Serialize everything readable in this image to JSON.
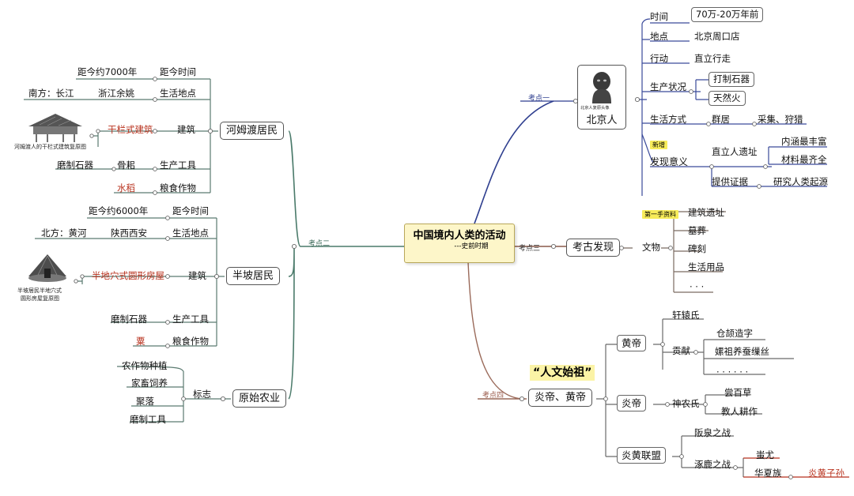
{
  "center": {
    "title": "中国境内人类的活动",
    "subtitle": "---史前时期"
  },
  "labels": {
    "k1": "考点一",
    "k2": "考点二",
    "k3": "考点三",
    "k4": "考点四"
  },
  "beijing": {
    "name": "北京人",
    "portrait_caption": "北京人复原头像",
    "time_label": "时间",
    "time_value": "70万-20万年前",
    "place_label": "地点",
    "place_value": "北京周口店",
    "walk_label": "行动",
    "walk_value": "直立行走",
    "prod_label": "生产状况",
    "prod_v1": "打制石器",
    "prod_v2": "天然火",
    "life_label": "生活方式",
    "life_v1": "群居",
    "life_v2": "采集、狩猎",
    "sig_tag": "新增",
    "sig_label": "发现意义",
    "sig_a": "直立人遗址",
    "sig_a1": "内涵最丰富",
    "sig_a2": "材料最齐全",
    "sig_b": "提供证据",
    "sig_b1": "研究人类起源"
  },
  "hemudu": {
    "name": "河姆渡居民",
    "t_label": "距今时间",
    "t_value": "距今约7000年",
    "p_label": "生活地点",
    "p_value": "浙江余姚",
    "p_region": "南方：长江",
    "b_label": "建筑",
    "b_value": "干栏式建筑",
    "b_caption": "河姆渡人的干栏式建筑复原图",
    "tool_label": "生产工具",
    "tool_v1": "骨耜",
    "tool_v2": "磨制石器",
    "crop_label": "粮食作物",
    "crop_value": "水稻"
  },
  "banpo": {
    "name": "半坡居民",
    "t_label": "距今时间",
    "t_value": "距今约6000年",
    "p_label": "生活地点",
    "p_value": "陕西西安",
    "p_region": "北方：黄河",
    "b_label": "建筑",
    "b_value": "半地穴式圆形房屋",
    "b_caption1": "半坡居民半地穴式",
    "b_caption2": "圆形房屋复原图",
    "tool_label": "生产工具",
    "tool_value": "磨制石器",
    "crop_label": "粮食作物",
    "crop_value": "粟"
  },
  "agri": {
    "name": "原始农业",
    "mark": "标志",
    "items": [
      "农作物种植",
      "家畜饲养",
      "聚落",
      "磨制工具"
    ]
  },
  "archaeo": {
    "name": "考古发现",
    "relic": "文物",
    "tag": "第一手资料",
    "items": [
      "建筑遗址",
      "墓葬",
      "碑刻",
      "生活用品",
      "· · ·"
    ]
  },
  "yanhuang": {
    "headline": "“人文始祖”",
    "name": "炎帝、黄帝",
    "huang": "黄帝",
    "xuanyuan": "轩辕氏",
    "contrib": "贡献",
    "c1": "仓颉造字",
    "c2": "嫘祖养蚕缫丝",
    "c3": "· · · · · ·",
    "yan": "炎帝",
    "shennong": "神农氏",
    "s1": "尝百草",
    "s2": "教人耕作",
    "alliance": "炎黄联盟",
    "banquan": "阪泉之战",
    "zhuolu": "涿鹿之战",
    "chiyou": "蚩尤",
    "huaxia": "华夏族",
    "descendants": "炎黄子孙"
  },
  "colors": {
    "branch1": "#2f3f8f",
    "branch2": "#4a7a6a",
    "branch3": "#8a5a4a",
    "branch4": "#9a6a5a",
    "accent_red": "#b8321e",
    "center_bg": "#fdf6c9"
  }
}
